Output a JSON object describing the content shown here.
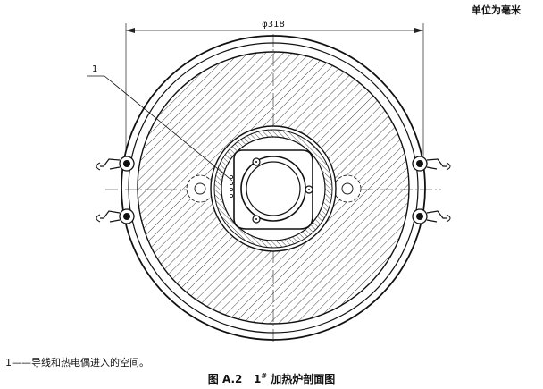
{
  "unit_note": "单位为毫米",
  "dimension_label": "φ318",
  "callout_number": "1",
  "legend": {
    "number": "1",
    "dash": "——",
    "text": "导线和热电偶进入的空间。"
  },
  "caption": {
    "figure": "图 A.2",
    "number": "1",
    "superscript": "#",
    "title": "加热炉剖面图"
  }
}
